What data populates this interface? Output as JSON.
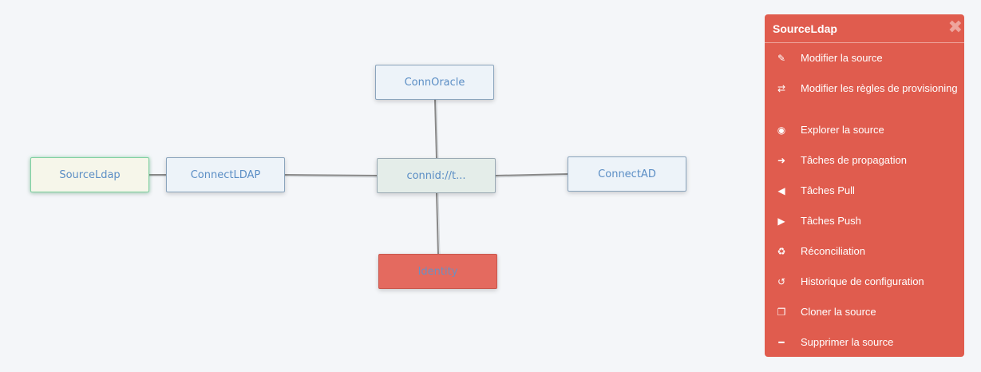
{
  "graph": {
    "nodes": {
      "source": "SourceLdap",
      "connect_ldap": "ConnectLDAP",
      "conn_oracle": "ConnOracle",
      "center": "connid://t...",
      "connect_ad": "ConnectAD",
      "identity": "Identity"
    }
  },
  "menu": {
    "title": "SourceLdap",
    "close_icon": "close-icon",
    "items": [
      {
        "label": "Modifier la source",
        "icon": "pencil-icon"
      },
      {
        "label": "Modifier les règles de provisioning",
        "icon": "exchange-icon"
      },
      {
        "label": "Explorer la source",
        "icon": "eye-icon"
      },
      {
        "label": "Tâches de propagation",
        "icon": "arrow-right-icon"
      },
      {
        "label": "Tâches Pull",
        "icon": "chevron-circle-left-icon"
      },
      {
        "label": "Tâches Push",
        "icon": "chevron-circle-right-icon"
      },
      {
        "label": "Réconciliation",
        "icon": "recycle-icon"
      },
      {
        "label": "Historique de configuration",
        "icon": "history-icon"
      },
      {
        "label": "Cloner la source",
        "icon": "clone-icon"
      },
      {
        "label": "Supprimer la source",
        "icon": "minus-icon"
      }
    ]
  },
  "colors": {
    "panel_bg": "#e05c4e",
    "node_text": "#5b8ec5",
    "canvas_bg": "#f4f6f9"
  }
}
